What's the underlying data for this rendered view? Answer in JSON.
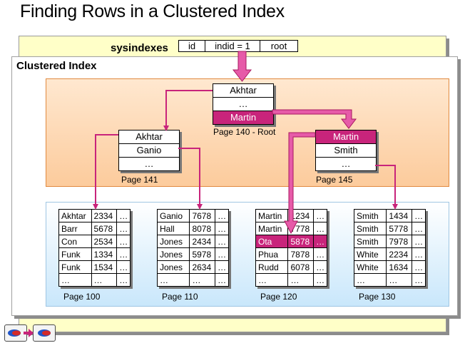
{
  "title": "Finding Rows in a Clustered Index",
  "sysindexes": {
    "label": "sysindexes",
    "columns": [
      "id",
      "indid = 1",
      "root"
    ]
  },
  "clustered_label": "Clustered Index",
  "root": {
    "rows": [
      "Akhtar",
      "…",
      "Martin"
    ],
    "page": "Page 140 - Root"
  },
  "page141": {
    "rows": [
      "Akhtar",
      "Ganio",
      "…"
    ],
    "page": "Page 141"
  },
  "page145": {
    "rows": [
      "Martin",
      "Smith",
      "…"
    ],
    "page": "Page 145"
  },
  "leaves": [
    {
      "page": "Page 100",
      "rows": [
        [
          "Akhtar",
          "2334",
          "…"
        ],
        [
          "Barr",
          "5678",
          "…"
        ],
        [
          "Con",
          "2534",
          "…"
        ],
        [
          "Funk",
          "1334",
          "…"
        ],
        [
          "Funk",
          "1534",
          "…"
        ],
        [
          "…",
          "…",
          "…"
        ]
      ]
    },
    {
      "page": "Page 110",
      "rows": [
        [
          "Ganio",
          "7678",
          "…"
        ],
        [
          "Hall",
          "8078",
          "…"
        ],
        [
          "Jones",
          "2434",
          "…"
        ],
        [
          "Jones",
          "5978",
          "…"
        ],
        [
          "Jones",
          "2634",
          "…"
        ],
        [
          "…",
          "…",
          "…"
        ]
      ]
    },
    {
      "page": "Page 120",
      "rows": [
        [
          "Martin",
          "1234",
          "…"
        ],
        [
          "Martin",
          "7778",
          "…"
        ],
        [
          "Ota",
          "5878",
          "…"
        ],
        [
          "Phua",
          "7878",
          "…"
        ],
        [
          "Rudd",
          "6078",
          "…"
        ],
        [
          "…",
          "…",
          "…"
        ]
      ]
    },
    {
      "page": "Page 130",
      "rows": [
        [
          "Smith",
          "1434",
          "…"
        ],
        [
          "Smith",
          "5778",
          "…"
        ],
        [
          "Smith",
          "7978",
          "…"
        ],
        [
          "White",
          "2234",
          "…"
        ],
        [
          "White",
          "1634",
          "…"
        ],
        [
          "…",
          "…",
          "…"
        ]
      ]
    }
  ],
  "colors": {
    "highlight": "#c8247b",
    "arrow": "#c8247b",
    "orange": "#fccb9c",
    "blue": "#c9e7fb",
    "yellow": "#ffffc8"
  }
}
